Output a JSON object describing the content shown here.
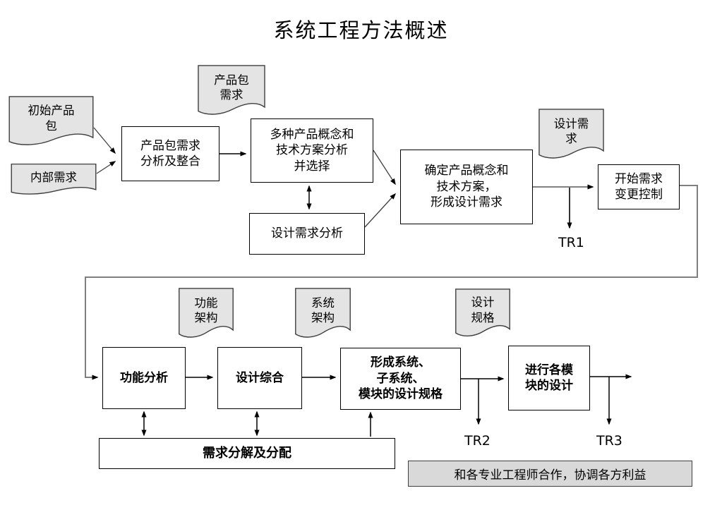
{
  "title": "系统工程方法概述",
  "boxes": {
    "package_req_analysis": {
      "lines": [
        "产品包需求",
        "分析及整合"
      ]
    },
    "concept_analysis": {
      "lines": [
        "多种产品概念和",
        "技术方案分析",
        "并选择"
      ]
    },
    "design_req_analysis": {
      "lines": [
        "设计需求分析"
      ]
    },
    "confirm_concept": {
      "lines": [
        "确定产品概念和",
        "技术方案，",
        "形成设计需求"
      ]
    },
    "start_change_control": {
      "lines": [
        "开始需求",
        "变更控制"
      ]
    },
    "functional_analysis": {
      "lines": [
        "功能分析"
      ]
    },
    "design_synthesis": {
      "lines": [
        "设计综合"
      ]
    },
    "form_specs": {
      "lines": [
        "形成系统、",
        "子系统、",
        "模块的设计规格"
      ]
    },
    "module_design": {
      "lines": [
        "进行各模",
        "块的设计"
      ]
    },
    "req_decompose": {
      "lines": [
        "需求分解及分配"
      ]
    },
    "cooperate_note": {
      "lines": [
        "和各专业工程师合作，协调各方利益"
      ]
    }
  },
  "documents": {
    "initial_package": {
      "lines": [
        "初始产品",
        "包"
      ]
    },
    "internal_req": {
      "lines": [
        "内部需求"
      ]
    },
    "package_req": {
      "lines": [
        "产品包",
        "需求"
      ]
    },
    "design_req": {
      "lines": [
        "设计需",
        "求"
      ]
    },
    "functional_arch": {
      "lines": [
        "功能",
        "架构"
      ]
    },
    "system_arch": {
      "lines": [
        "系统",
        "架构"
      ]
    },
    "design_spec": {
      "lines": [
        "设计",
        "规格"
      ]
    }
  },
  "milestones": {
    "tr1": "TR1",
    "tr2": "TR2",
    "tr3": "TR3"
  },
  "colors": {
    "doc_fill": "#e4e4e4",
    "note_fill": "#d9d9d9",
    "box_border": "#000000",
    "connector_gray": "#7f7f7f",
    "arrow_black": "#000000"
  }
}
